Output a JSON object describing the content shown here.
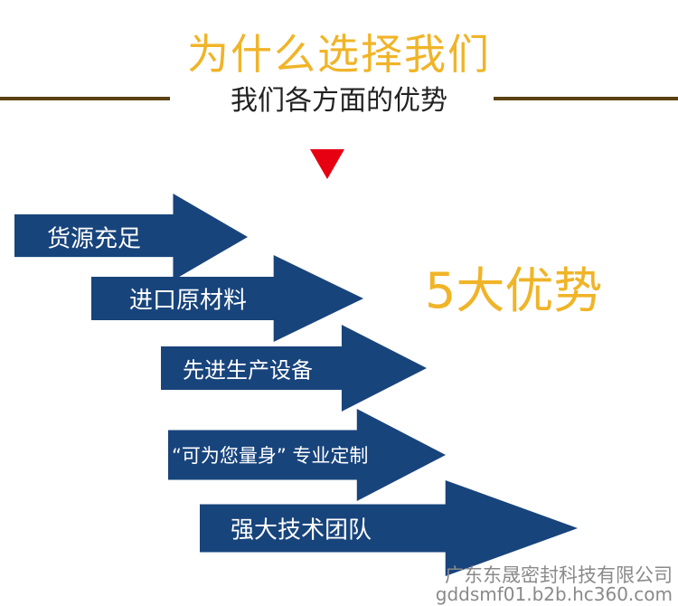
{
  "header": {
    "title": "为什么选择我们",
    "subtitle": "我们各方面的优势"
  },
  "advantages": {
    "items": [
      {
        "label": "货源充足"
      },
      {
        "label": "进口原材料"
      },
      {
        "label": "先进生产设备"
      },
      {
        "label": "“可为您量身” 专业定制"
      },
      {
        "label": "强大技术团队"
      }
    ],
    "summary": "5大优势"
  },
  "watermark": {
    "company": "广东东晟密封科技有限公司",
    "url": "gddsmf01.b2b.hc360.com"
  },
  "colors": {
    "title": "#f0b428",
    "rule": "#5b4113",
    "arrow": "#18447c",
    "triangle": "#e60012"
  }
}
